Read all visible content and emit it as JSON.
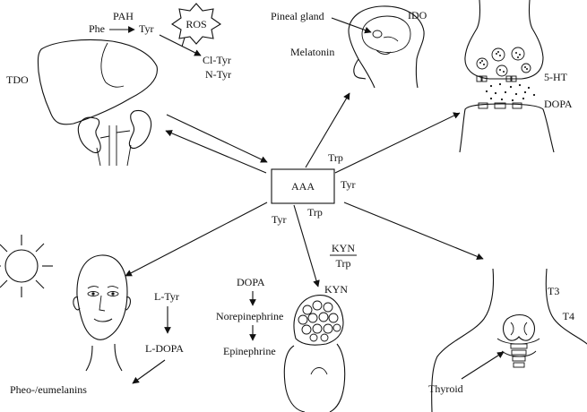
{
  "center": {
    "label": "AAA"
  },
  "liver_kidney": {
    "enzyme": "TDO"
  },
  "synthesis": {
    "phe": "Phe",
    "pah": "PAH",
    "tyr": "Tyr",
    "ros": "ROS",
    "cl_tyr": "Cl-Tyr",
    "n_tyr": "N-Tyr"
  },
  "brain": {
    "pineal_gland": "Pineal gland",
    "melatonin": "Melatonin",
    "enzyme": "IDO"
  },
  "synapse": {
    "serotonin": "5-HT",
    "dopa": "DOPA"
  },
  "arrow_labels": {
    "trp_to_synapse": "Trp",
    "tyr_to_synapse": "Tyr",
    "tyr_to_skin": "Tyr",
    "trp_to_kyn": "Trp"
  },
  "kyn_ratio": {
    "numerator": "KYN",
    "denominator": "Trp"
  },
  "adrenal": {
    "kyn": "KYN",
    "dopa": "DOPA",
    "norepinephrine": "Norepinephrine",
    "epinephrine": "Epinephrine"
  },
  "skin": {
    "l_tyr": "L-Tyr",
    "l_dopa": "L-DOPA",
    "melanins": "Pheo-/eumelanins"
  },
  "thyroid": {
    "t3": "T3",
    "t4": "T4",
    "label": "Thyroid"
  }
}
